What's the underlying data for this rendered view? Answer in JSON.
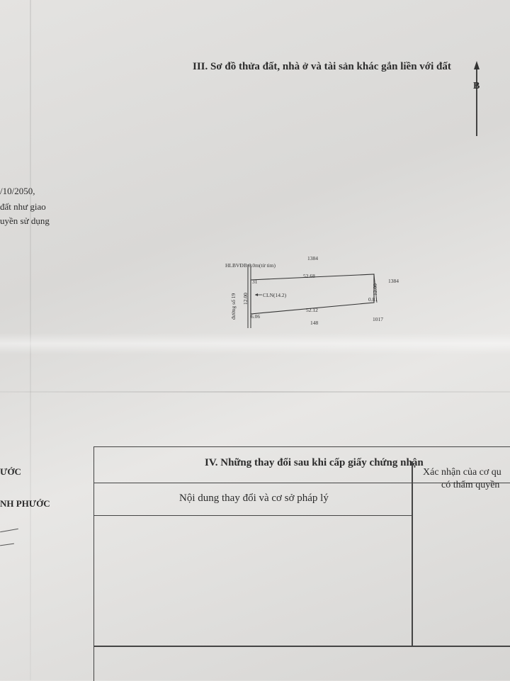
{
  "section3": {
    "title": "III. Sơ đồ thửa đất, nhà ở và tài sản khác gắn liền với đất",
    "north_label": "B"
  },
  "left_margin": {
    "line1": "/10/2050,",
    "line2": "đất như giao",
    "line3": "uyền sử dụng",
    "label1": "ƯỚC",
    "label2": "NH PHƯỚC"
  },
  "sketch": {
    "road_label": "HLBVĐB 6.0m(từ tim)",
    "side_road_label": "đường số 19",
    "parcel_north_neighbor": "1384",
    "parcel_east_neighbor": "1384",
    "parcel_south_neighbor": "148",
    "parcel_se_neighbor": "1017",
    "corner_nw": "31",
    "corner_sw": "6.06",
    "top_length": "52.68",
    "bottom_length": "52.12",
    "left_width": "12.00",
    "right_width": "12.00",
    "right_offset": "0.81",
    "land_use": "CLN(14.2)"
  },
  "section4": {
    "title": "IV. Những thay đổi sau khi cấp giấy chứng nhận",
    "col1_header": "Nội dung thay đổi và cơ sở pháp lý",
    "col2_header_line1": "Xác nhận của cơ qu",
    "col2_header_line2": "có thẩm quyền"
  }
}
